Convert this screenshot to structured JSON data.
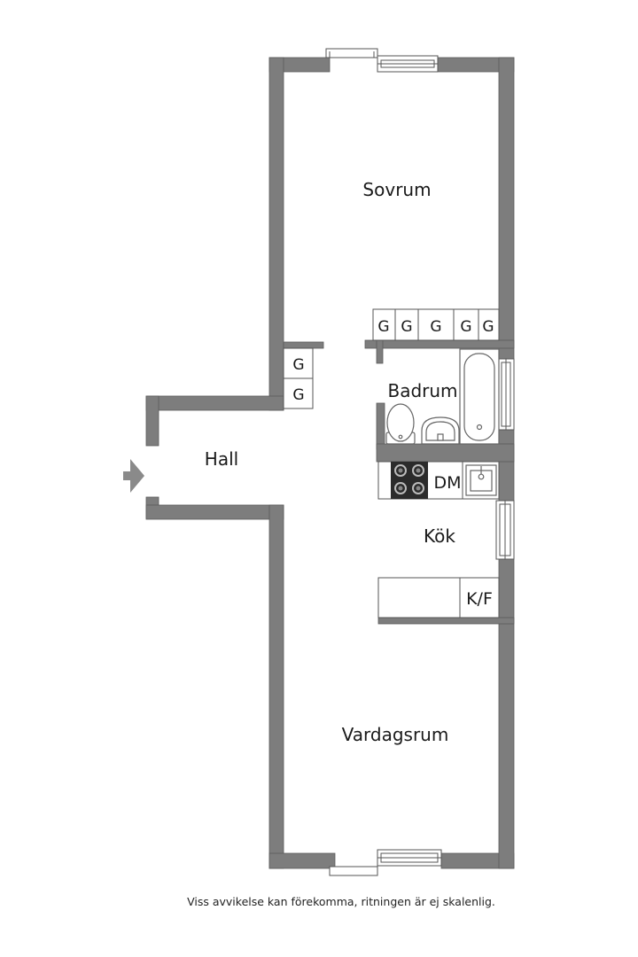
{
  "rooms": {
    "sovrum": "Sovrum",
    "badrum": "Badrum",
    "hall": "Hall",
    "kok": "Kök",
    "vardagsrum": "Vardagsrum"
  },
  "wardrobes": {
    "sovrum": [
      "G",
      "G",
      "G",
      "G",
      "G"
    ],
    "hall": [
      "G",
      "G"
    ]
  },
  "appliances": {
    "dishwasher": "DM",
    "fridge_freezer": "K/F"
  },
  "footer_note": "Viss avvikelse kan förekomma, ritningen är ej skalenlig.",
  "colors": {
    "wall": "#7d7d7d",
    "wall_outline": "#555555",
    "fixture_line": "#666666",
    "stove": "#2b2b2b",
    "entrance_arrow": "#8a8a8a"
  }
}
